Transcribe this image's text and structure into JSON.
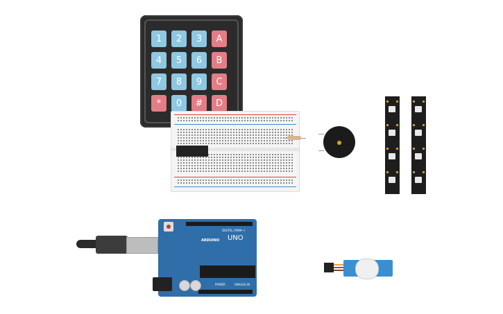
{
  "canvas": {
    "background": "#ffffff"
  },
  "keypad": {
    "keys": [
      {
        "label": "1",
        "color": "blue"
      },
      {
        "label": "2",
        "color": "blue"
      },
      {
        "label": "3",
        "color": "blue"
      },
      {
        "label": "A",
        "color": "red"
      },
      {
        "label": "4",
        "color": "blue"
      },
      {
        "label": "5",
        "color": "blue"
      },
      {
        "label": "6",
        "color": "blue"
      },
      {
        "label": "B",
        "color": "red"
      },
      {
        "label": "7",
        "color": "blue"
      },
      {
        "label": "8",
        "color": "blue"
      },
      {
        "label": "9",
        "color": "blue"
      },
      {
        "label": "C",
        "color": "red"
      },
      {
        "label": "*",
        "color": "red"
      },
      {
        "label": "0",
        "color": "blue"
      },
      {
        "label": "#",
        "color": "red"
      },
      {
        "label": "D",
        "color": "red"
      }
    ]
  },
  "arduino": {
    "model_label": "UNO",
    "brand_label": "ARDUINO",
    "digital_label": "DIGITAL (PWM~)",
    "power_label": "POWER",
    "analog_label": "ANALOG IN",
    "board_color": "#2f6ea8"
  },
  "components": {
    "breadboard": "breadboard",
    "resistor": "resistor",
    "buzzer": "piezo-buzzer",
    "led_strips": 2,
    "servo": "micro-servo"
  }
}
